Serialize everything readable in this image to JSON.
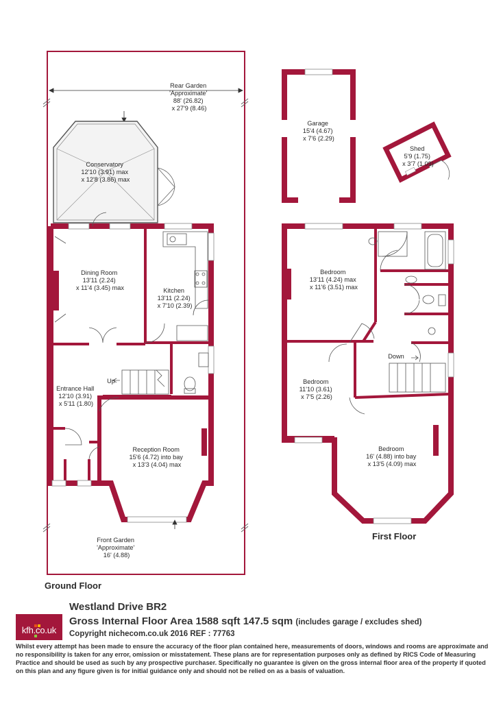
{
  "plan_colors": {
    "wall": "#a3173b",
    "line": "#444444",
    "window": "#bdbdbd",
    "fill": "#f2f2f2",
    "boundary": "#a3173b"
  },
  "ground_floor": {
    "label": "Ground Floor",
    "rooms": {
      "rear_garden": [
        "Rear Garden",
        "'Approximate'",
        "88' (26.82)",
        "x 27'9 (8.46)"
      ],
      "conservatory": [
        "Conservatory",
        "12'10 (3.91) max",
        "x 12'8 (3.86) max"
      ],
      "dining_room": [
        "Dining Room",
        "13'11 (2.24)",
        "x 11'4 (3.45) max"
      ],
      "kitchen": [
        "Kitchen",
        "13'11 (2.24)",
        "x 7'10 (2.39)"
      ],
      "entrance_hall": [
        "Entrance Hall",
        "12'10 (3.91)",
        "x 5'11 (1.80)"
      ],
      "reception_room": [
        "Reception Room",
        "15'6 (4.72) into bay",
        "x 13'3 (4.04) max"
      ],
      "front_garden": [
        "Front Garden",
        "'Approximate'",
        "16' (4.88)"
      ]
    },
    "stairs_label": "Up"
  },
  "outbuildings": {
    "garage": [
      "Garage",
      "15'4 (4.67)",
      "x 7'6 (2.29)"
    ],
    "shed": [
      "Shed",
      "5'9 (1.75)",
      "x 3'7 (1.09)"
    ]
  },
  "first_floor": {
    "label": "First Floor",
    "rooms": {
      "bedroom_1": [
        "Bedroom",
        "13'11 (4.24) max",
        "x 11'6 (3.51) max"
      ],
      "bedroom_2": [
        "Bedroom",
        "11'10 (3.61)",
        "x 7'5 (2.26)"
      ],
      "bedroom_3": [
        "Bedroom",
        "16' (4.88) into bay",
        "x 13'5 (4.09) max"
      ]
    },
    "stairs_label": "Down"
  },
  "footer": {
    "logo_text": "kfh.co.uk",
    "logo_dot_colors": [
      "#e94e1b",
      "#f7b500",
      "#8cc63f"
    ],
    "address": "Westland Drive BR2",
    "area_main": "Gross Internal Floor Area 1588 sqft 147.5 sqm",
    "area_note": "(includes garage / excludes shed)",
    "copyright": "Copyright nichecom.co.uk 2016 REF : 77763",
    "disclaimer": "Whilst every attempt has been made to ensure the accuracy of the floor plan contained here, measurements of doors, windows and rooms are approximate and no responsibility is taken for any error, omission or misstatement.  These plans are for representation purposes only as defined by RICS Code of Measuring Practice and should be used as such by any prospective purchaser.  Specifically no guarantee is given on the gross internal floor area of the property if quoted on this plan and any figure given is for initial guidance only and should not be relied on as a basis of valuation."
  }
}
